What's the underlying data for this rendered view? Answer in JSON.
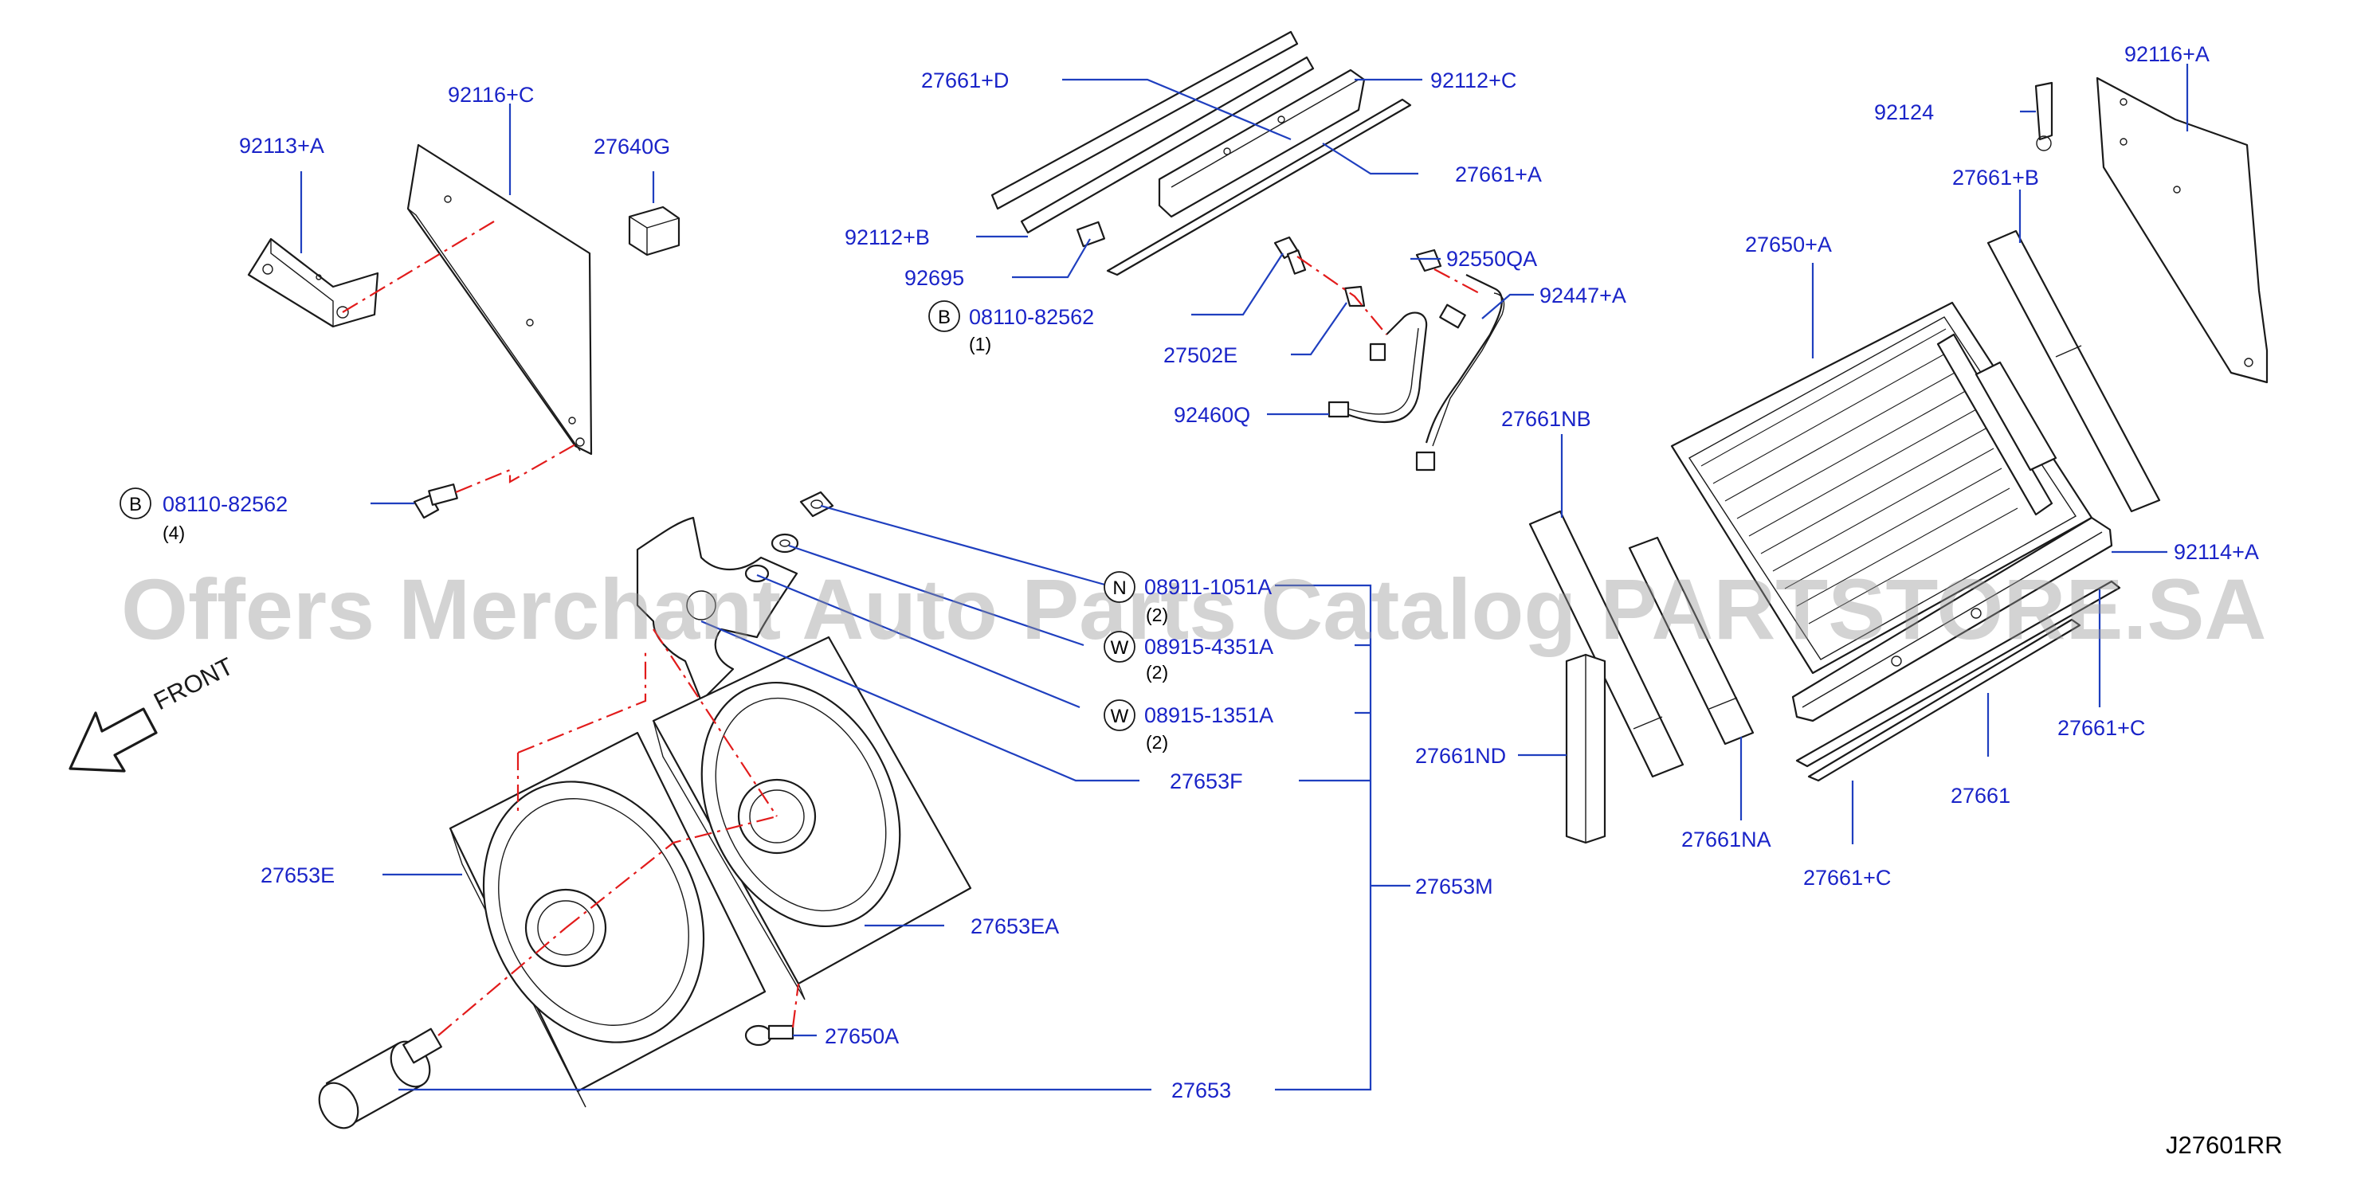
{
  "diagram_code": "J27601RR",
  "watermark": "Offers Merchant Auto Parts Catalog PARTSTORE.SA",
  "front_label": "FRONT",
  "colors": {
    "callout": "#1a24c8",
    "leader": "#1f3fbf",
    "dash": "#e21b1b",
    "line": "#1a1a1a"
  },
  "callouts": {
    "p92113A": "92113+A",
    "p92116C": "92116+C",
    "p27640G": "27640G",
    "p27661D": "27661+D",
    "p92112C": "92112+C",
    "p27661A": "27661+A",
    "p92112B": "92112+B",
    "p92695": "92695",
    "p92550QA": "92550QA",
    "p92447A": "92447+A",
    "p27502E": "27502E",
    "p92460Q": "92460Q",
    "p92124": "92124",
    "p92116A": "92116+A",
    "p27661B": "27661+B",
    "p27650A_top": "27650+A",
    "p27661NB": "27661NB",
    "p92114A": "92114+A",
    "p27661C_r": "27661+C",
    "p27661": "27661",
    "p27661C_b": "27661+C",
    "p27661NA": "27661NA",
    "p27661ND": "27661ND",
    "p27653F": "27653F",
    "p27653E": "27653E",
    "p27653M": "27653M",
    "p27653EA": "27653EA",
    "p27650A": "27650A",
    "p27653": "27653"
  },
  "badges": {
    "bolt_top": {
      "letter": "B",
      "part": "08110-82562",
      "qty": "(1)"
    },
    "bolt_left": {
      "letter": "B",
      "part": "08110-82562",
      "qty": "(4)"
    },
    "nut": {
      "letter": "N",
      "part": "08911-1051A",
      "qty": "(2)"
    },
    "washer1": {
      "letter": "W",
      "part": "08915-4351A",
      "qty": "(2)"
    },
    "washer2": {
      "letter": "W",
      "part": "08915-1351A",
      "qty": "(2)"
    }
  }
}
